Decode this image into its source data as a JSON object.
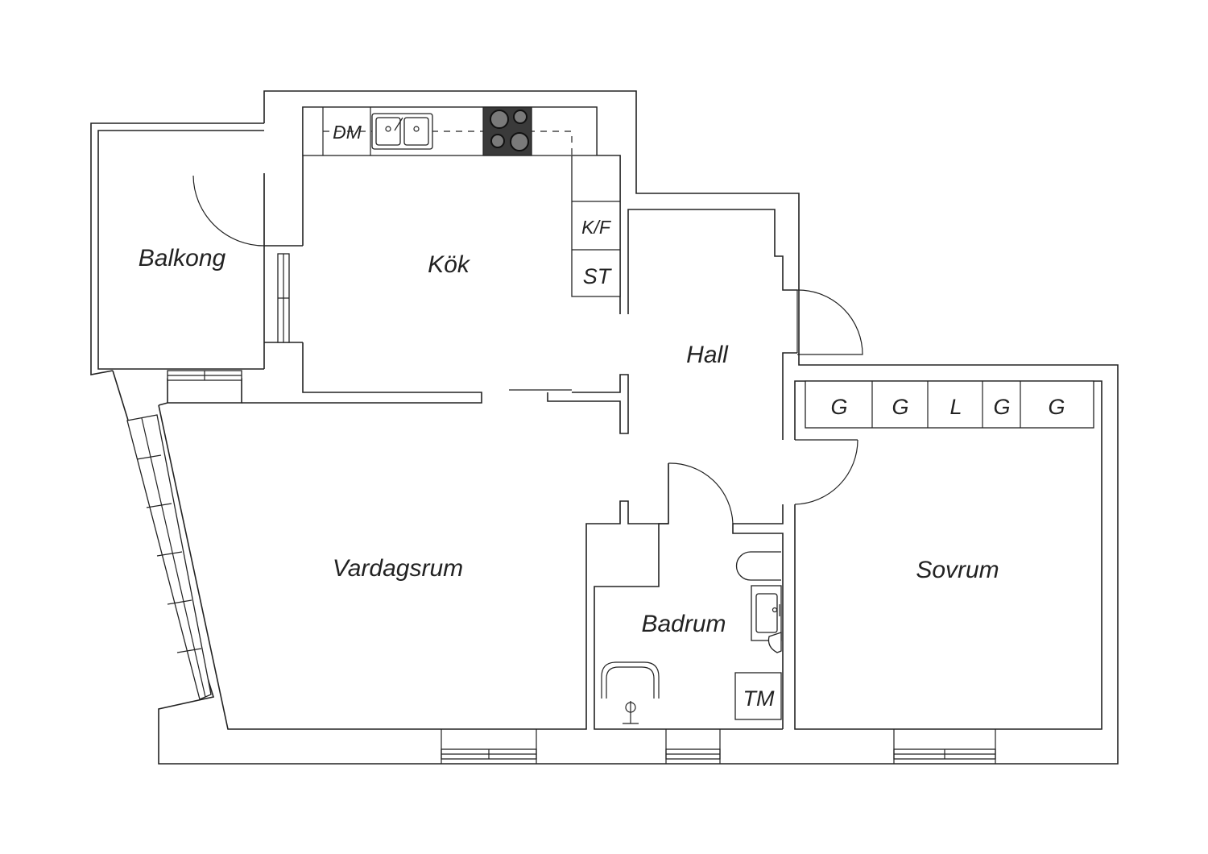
{
  "rooms": {
    "balkong": "Balkong",
    "kok": "Kök",
    "hall": "Hall",
    "vardagsrum": "Vardagsrum",
    "badrum": "Badrum",
    "sovrum": "Sovrum"
  },
  "fixtures": {
    "dishwasher": "DM",
    "fridge_freezer": "K/F",
    "storage": "ST",
    "washing_machine": "TM",
    "wardrobes": [
      "G",
      "G",
      "L",
      "G",
      "G"
    ]
  }
}
